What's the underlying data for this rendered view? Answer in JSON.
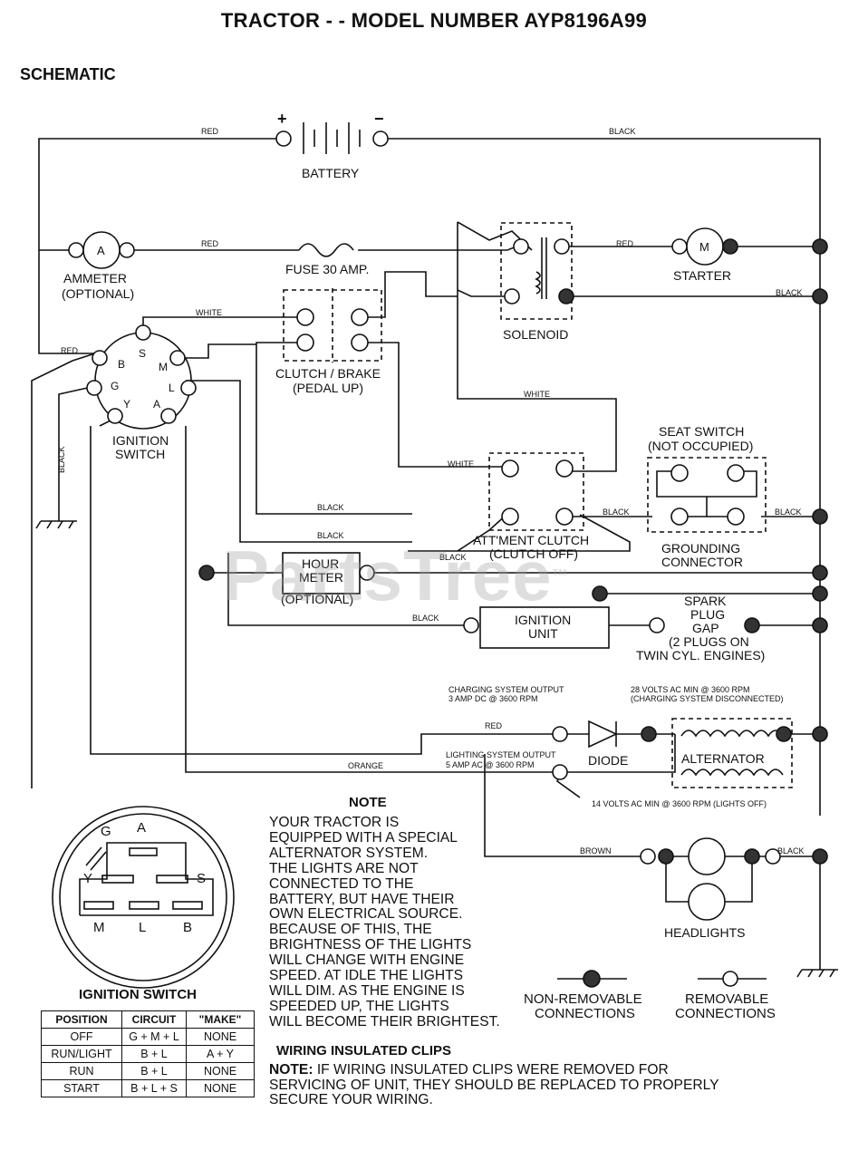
{
  "title": "TRACTOR - - MODEL NUMBER AYP8196A99",
  "subtitle": "SCHEMATIC",
  "watermark": "PartsTree",
  "watermark_tm": "TM",
  "components": {
    "battery": "BATTERY",
    "battery_plus": "+",
    "battery_minus": "−",
    "ammeter_symbol": "A",
    "ammeter_line1": "AMMETER",
    "ammeter_line2": "(OPTIONAL)",
    "fuse": "FUSE 30 AMP.",
    "starter_symbol": "M",
    "starter": "STARTER",
    "solenoid": "SOLENOID",
    "clutch_brake_line1": "CLUTCH / BRAKE",
    "clutch_brake_line2": "(PEDAL UP)",
    "ignition_switch_line1": "IGNITION",
    "ignition_switch_line2": "SWITCH",
    "seat_switch_line1": "SEAT SWITCH",
    "seat_switch_line2": "(NOT OCCUPIED)",
    "attment_clutch_line1": "ATT'MENT CLUTCH",
    "attment_clutch_line2": "(CLUTCH OFF)",
    "grounding_line1": "GROUNDING",
    "grounding_line2": "CONNECTOR",
    "hour_meter_line1": "HOUR",
    "hour_meter_line2": "METER",
    "hour_meter_line3": "(OPTIONAL)",
    "ignition_unit_line1": "IGNITION",
    "ignition_unit_line2": "UNIT",
    "spark_line1": "SPARK",
    "spark_line2": "PLUG",
    "spark_line3": "GAP",
    "spark_line4": "(2 PLUGS ON",
    "spark_line5": "TWIN CYL. ENGINES)",
    "diode": "DIODE",
    "alternator": "ALTERNATOR",
    "headlights": "HEADLIGHTS",
    "charging_output_line1": "CHARGING SYSTEM OUTPUT",
    "charging_output_line2": "3 AMP DC @ 3600 RPM",
    "ac_volts_line1": "28 VOLTS AC MIN  @ 3600 RPM",
    "ac_volts_line2": "(CHARGING SYSTEM DISCONNECTED)",
    "lighting_output_line1": "LIGHTING SYSTEM OUTPUT",
    "lighting_output_line2": "5 AMP AC @ 3600 RPM",
    "lights_off_volts": "14 VOLTS AC MIN  @ 3600 RPM (LIGHTS OFF)",
    "non_removable_line1": "NON-REMOVABLE",
    "non_removable_line2": "CONNECTIONS",
    "removable_line1": "REMOVABLE",
    "removable_line2": "CONNECTIONS"
  },
  "ignition_terminals": {
    "s": "S",
    "b": "B",
    "m": "M",
    "g": "G",
    "l": "L",
    "y": "Y",
    "a": "A"
  },
  "wires": {
    "red": "RED",
    "black": "BLACK",
    "white": "WHITE",
    "orange": "ORANGE",
    "brown": "BROWN"
  },
  "note": {
    "heading": "NOTE",
    "lines": [
      "YOUR TRACTOR IS",
      "EQUIPPED WITH A SPECIAL",
      "ALTERNATOR SYSTEM.",
      "THE LIGHTS ARE NOT",
      "CONNECTED TO THE",
      "BATTERY, BUT HAVE THEIR",
      "OWN ELECTRICAL SOURCE.",
      "BECAUSE OF THIS, THE",
      "BRIGHTNESS OF THE LIGHTS",
      "WILL CHANGE WITH ENGINE",
      "SPEED.  AT IDLE THE LIGHTS",
      "WILL DIM.  AS THE ENGINE IS",
      "SPEEDED UP, THE LIGHTS",
      "WILL BECOME THEIR BRIGHTEST."
    ]
  },
  "clips": {
    "heading": "WIRING INSULATED CLIPS",
    "prefix": "NOTE:",
    "text": " IF WIRING INSULATED CLIPS WERE REMOVED FOR SERVICING OF UNIT, THEY SHOULD BE REPLACED TO PROPERLY SECURE YOUR WIRING."
  },
  "ignition_table": {
    "title": "IGNITION SWITCH",
    "headers": [
      "POSITION",
      "CIRCUIT",
      "\"MAKE\""
    ],
    "rows": [
      [
        "OFF",
        "G + M + L",
        "NONE"
      ],
      [
        "RUN/LIGHT",
        "B + L",
        "A + Y"
      ],
      [
        "RUN",
        "B + L",
        "NONE"
      ],
      [
        "START",
        "B + L + S",
        "NONE"
      ]
    ]
  },
  "switch_face": {
    "g": "G",
    "a": "A",
    "y": "Y",
    "s": "S",
    "m": "M",
    "l": "L",
    "b": "B"
  }
}
